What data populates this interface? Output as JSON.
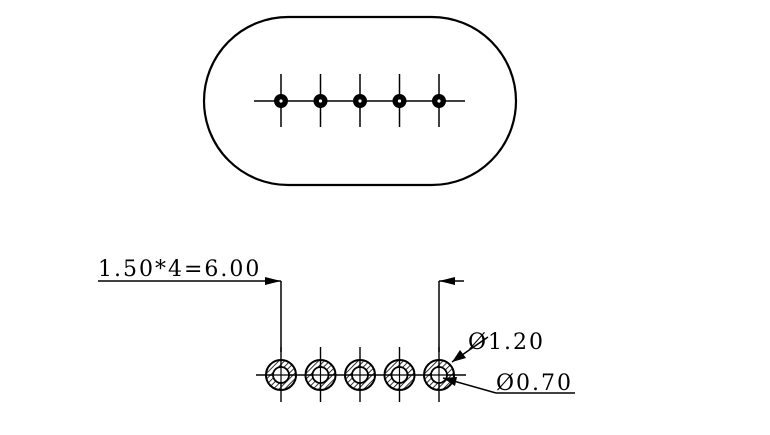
{
  "drawing": {
    "pitch_dimension": "1.50*4=6.00",
    "outer_diameter": "Ø1.20",
    "inner_diameter": "Ø0.70",
    "pad_count": 5,
    "line_color": "#000000",
    "background_color": "#ffffff"
  }
}
